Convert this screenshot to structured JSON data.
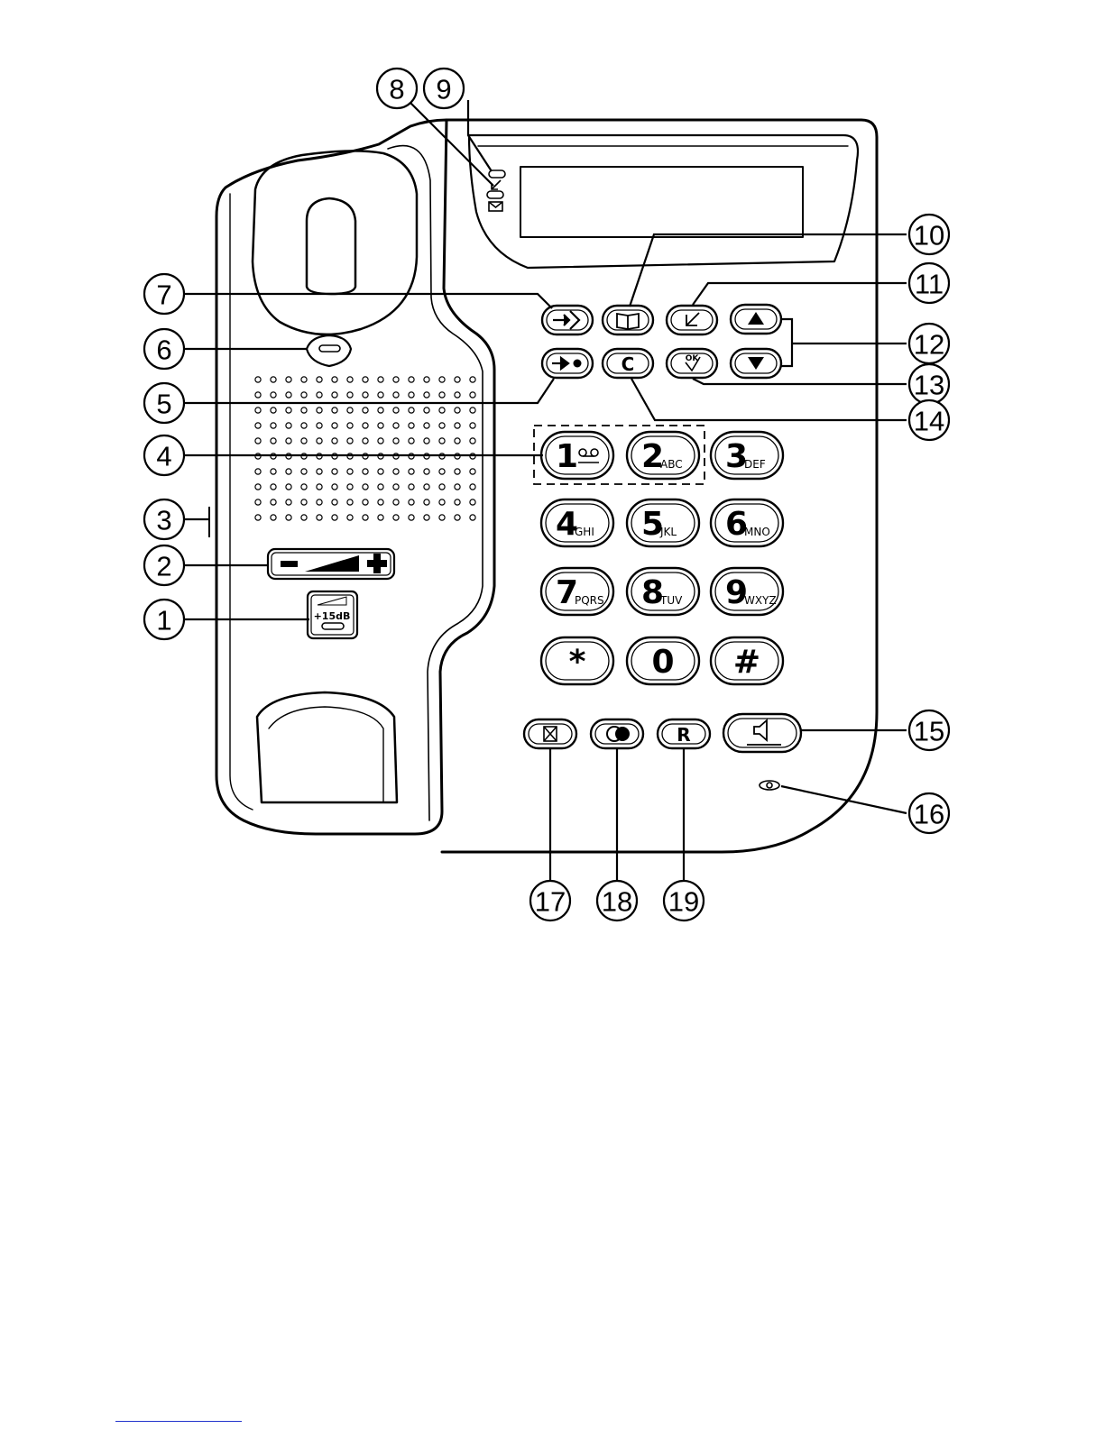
{
  "callouts": [
    "1",
    "2",
    "3",
    "4",
    "5",
    "6",
    "7",
    "8",
    "9",
    "10",
    "11",
    "12",
    "13",
    "14",
    "15",
    "16",
    "17",
    "18",
    "19"
  ],
  "keypad": [
    {
      "digit": "1",
      "letters": ""
    },
    {
      "digit": "2",
      "letters": "ABC"
    },
    {
      "digit": "3",
      "letters": "DEF"
    },
    {
      "digit": "4",
      "letters": "GHI"
    },
    {
      "digit": "5",
      "letters": "JKL"
    },
    {
      "digit": "6",
      "letters": "MNO"
    },
    {
      "digit": "7",
      "letters": "PQRS"
    },
    {
      "digit": "8",
      "letters": "TUV"
    },
    {
      "digit": "9",
      "letters": "WXYZ"
    },
    {
      "digit": "*",
      "letters": ""
    },
    {
      "digit": "0",
      "letters": ""
    },
    {
      "digit": "#",
      "letters": ""
    }
  ],
  "buttons": {
    "clear": "C",
    "recall": "R",
    "ok": "OK",
    "boost": "+15dB"
  },
  "icons": {
    "clear_button": "c-letter-icon",
    "recall_button": "r-letter-icon",
    "redial_button": "redial-arrow-icon",
    "save_button": "save-arrow-icon",
    "phonebook_button": "book-icon",
    "calllog_button": "incoming-call-icon",
    "ok_button": "ok-check-icon",
    "up_button": "up-triangle-icon",
    "down_button": "down-triangle-icon",
    "speaker_button": "speaker-icon",
    "mute_button": "mute-icon",
    "hold_button": "hold-icon",
    "voicemail_key": "voicemail-icon",
    "volume_control": "volume-ramp-icon",
    "message_led": "envelope-icon",
    "call_led": "incoming-call-icon",
    "microphone": "microphone-hole-icon"
  }
}
